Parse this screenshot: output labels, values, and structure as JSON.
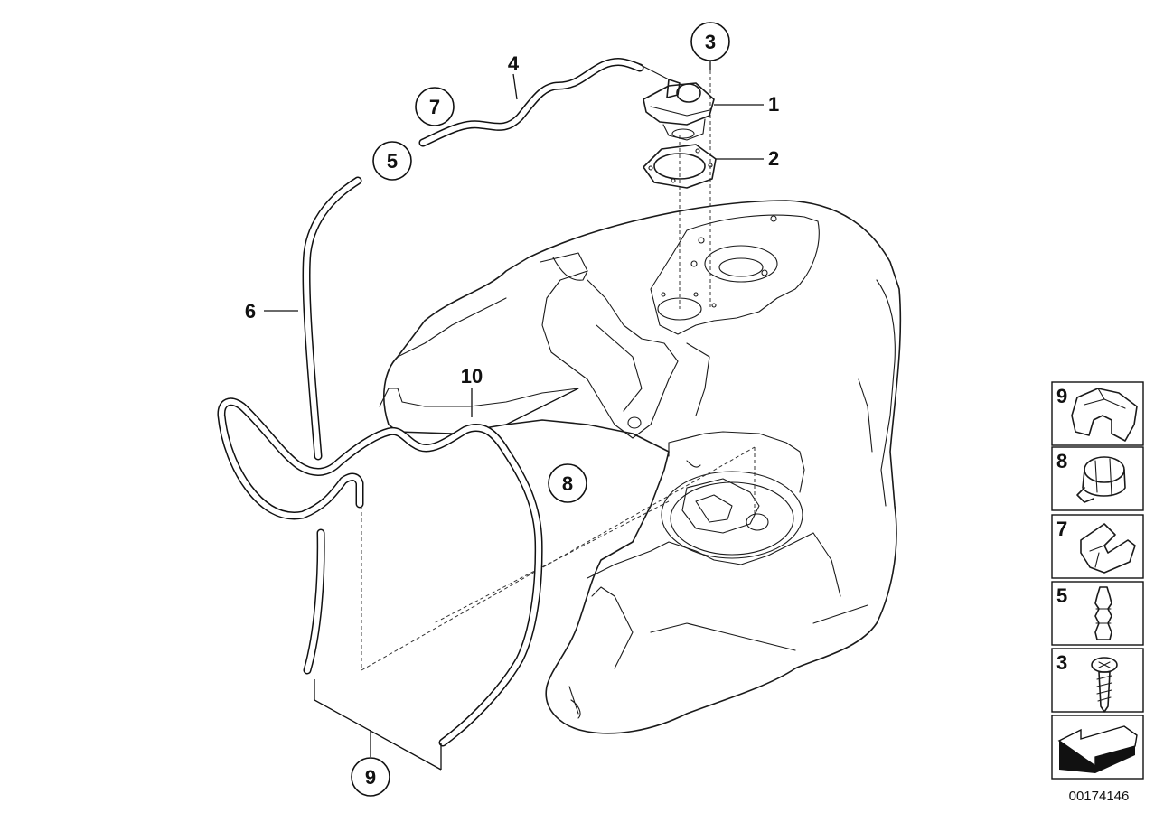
{
  "diagram_id": "00174146",
  "callouts": {
    "c1": "1",
    "c2": "2",
    "c3": "3",
    "c4": "4",
    "c5": "5",
    "c6": "6",
    "c7": "7",
    "c8": "8",
    "c9": "9",
    "c10": "10"
  },
  "sidebar": {
    "items": [
      {
        "label": "9",
        "icon": "clip-icon"
      },
      {
        "label": "8",
        "icon": "clamp-icon"
      },
      {
        "label": "7",
        "icon": "holder-icon"
      },
      {
        "label": "5",
        "icon": "connector-icon"
      },
      {
        "label": "3",
        "icon": "screw-icon"
      }
    ],
    "nav_icon": "arrow-icon"
  }
}
